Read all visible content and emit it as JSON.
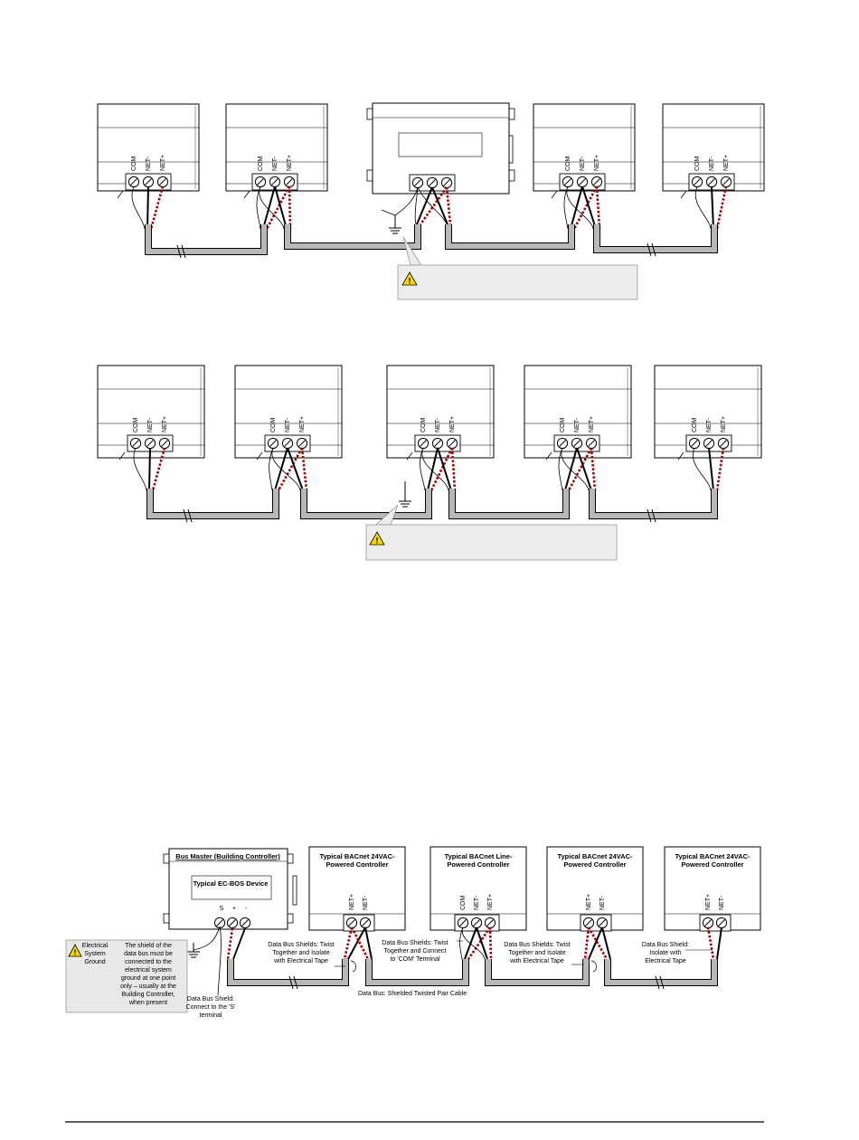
{
  "colors": {
    "cable_fill": "#b8b8b8",
    "callout_fill": "#ececec",
    "warning_yellow": "#f5d800",
    "net_plus_wire": "#a50000",
    "device_outline": "#000000"
  },
  "icons": [
    "warning-icon",
    "ground-icon",
    "terminal-screw-icon",
    "cable-break-icon"
  ],
  "terminals": {
    "com": "COM",
    "net_minus": "NET-",
    "net_plus": "NET+"
  },
  "bottom": {
    "bus_master": {
      "title": "Bus Master (Building Controller)",
      "device": "Typical EC-BOS Device",
      "terminals": [
        "S",
        "+",
        "-"
      ]
    },
    "controllers": [
      {
        "title": [
          "Typical BACnet 24VAC-",
          "Powered Controller"
        ],
        "terminals": [
          "NET+",
          "NET-"
        ]
      },
      {
        "title": [
          "Typical BACnet Line-",
          "Powered Controller"
        ],
        "terminals": [
          "COM",
          "NET-",
          "NET+"
        ]
      },
      {
        "title": [
          "Typical BACnet 24VAC-",
          "Powered Controller"
        ],
        "terminals": [
          "NET+",
          "NET-"
        ]
      },
      {
        "title": [
          "Typical BACnet 24VAC-",
          "Powered Controller"
        ],
        "terminals": [
          "NET+",
          "NET-"
        ]
      }
    ],
    "ground_callout": {
      "label": [
        "Electrical",
        "System",
        "Ground"
      ],
      "text": [
        "The shield of the",
        "data bus must be",
        "connected to the",
        "electrical system",
        "ground at one point",
        "only – usually at the",
        "Building Controller,",
        "when present"
      ]
    },
    "notes": {
      "shield_s": [
        "Data Bus Shield:",
        "Connect to the 'S'",
        "terminal"
      ],
      "twist_tape_1": [
        "Data Bus Shields: Twist",
        "Together and Isolate",
        "with Electrical Tape"
      ],
      "twist_com": [
        "Data Bus Shields: Twist",
        "Together and Connect",
        "to 'COM' Terminal"
      ],
      "twist_tape_2": [
        "Data Bus Shields: Twist",
        "Together and Isolate",
        "with Electrical Tape"
      ],
      "isolate": [
        "Data Bus Shield:",
        "Isolate with",
        "Electrical Tape"
      ],
      "cable": "Data Bus: Shielded Twisted Pair Cable"
    }
  }
}
